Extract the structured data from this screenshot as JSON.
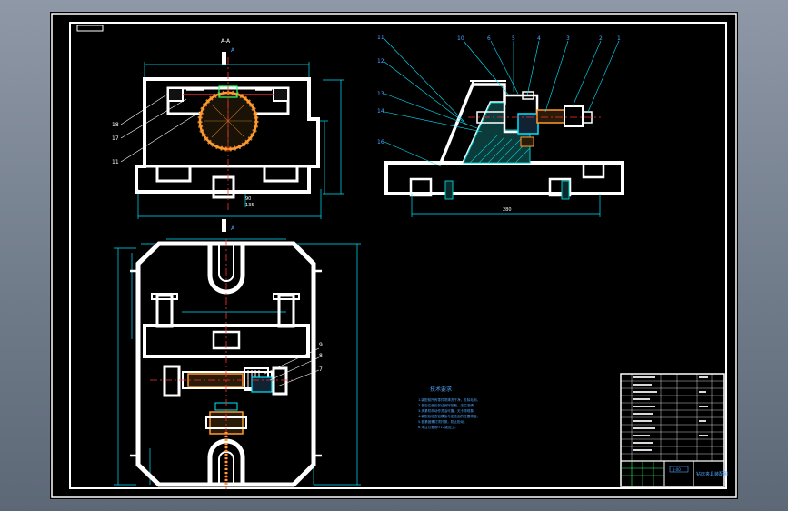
{
  "drawing": {
    "section_label": "A-A",
    "section_marks": [
      "A",
      "A"
    ],
    "view_marks": [
      "A",
      "A"
    ],
    "front_part_numbers": [
      "18",
      "17",
      "11"
    ],
    "front_dimensions": [
      "90",
      "135"
    ],
    "side_part_numbers_top": [
      "10",
      "6",
      "5",
      "4",
      "3",
      "2",
      "1"
    ],
    "side_part_numbers_left": [
      "11",
      "12",
      "13",
      "14"
    ],
    "side_dimension": "280",
    "top_part_numbers": [
      "9",
      "8",
      "7"
    ],
    "notes_title": "技术要求",
    "notes": [
      "1.装配前所有零件须清洗干净，去除毛刺。",
      "2.各定位面应保证良好接触，定位准确。",
      "3.夹紧机构动作灵活可靠，无卡滞现象。",
      "4.装配后检查钻模板与定位面的位置精度。",
      "5.各紧固螺钉须拧紧，防止松动。",
      "6.未注公差按IT12级加工。"
    ]
  },
  "title_block": {
    "drawing_name": "钻床夹具装配图",
    "code": "JJ-00"
  },
  "colors": {
    "background": "#000000",
    "part_outline": "#ffffff",
    "dimension": "#00e5ff",
    "annotation_text": "#4da6ff",
    "hatch_orange": "#ff9a2e",
    "hatch_cyan": "#00c8c8",
    "centerline": "#ff3030",
    "accent_green": "#33ff66"
  }
}
